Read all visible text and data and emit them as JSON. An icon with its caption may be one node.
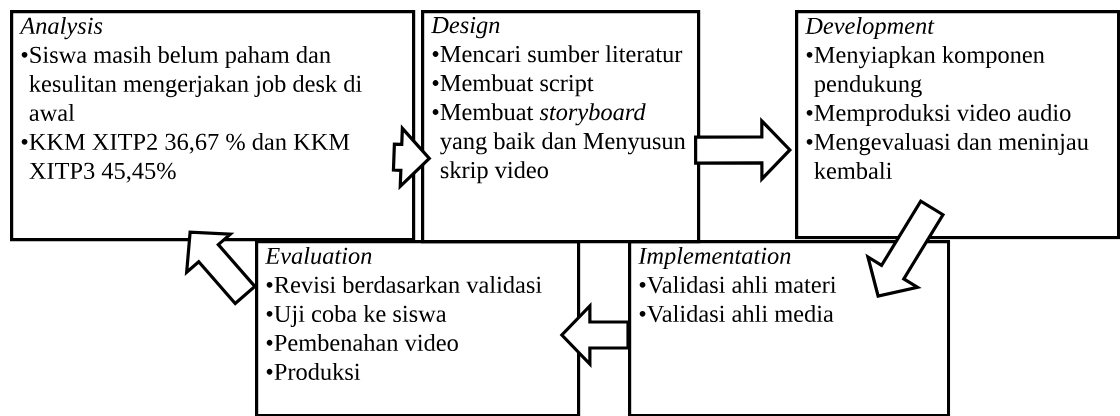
{
  "diagram": {
    "nodes": [
      {
        "text": [
          "Analysis",
          "•Siswa masih belum paham dan kesulitan mengerjakan job desk di awal",
          "•KKM XITP2 36,67 % dan KKM XITP3 45,45%"
        ]
      },
      {
        "text": [
          "Design",
          "•Mencari sumber literatur",
          "•Membuat script",
          "•Membuat *storyboard* yang baik dan Menyusun skrip video"
        ]
      },
      {
        "text": [
          "Development",
          "•Menyiapkan komponen pendukung",
          "•Memproduksi video audio",
          "•Mengevaluasi dan meninjau kembali"
        ]
      },
      {
        "text": [
          "Evaluation",
          "•Revisi berdasarkan validasi",
          "•Uji coba ke siswa",
          "•Pembenahan video",
          "•Produksi"
        ]
      },
      {
        "text": [
          "Implementation",
          "•Validasi ahli materi",
          "•Validasi ahli media"
        ]
      }
    ],
    "edges": [
      {
        "from": 0,
        "to": 1,
        "arrow": "to"
      },
      {
        "from": 1,
        "to": 2,
        "arrow": "to"
      },
      {
        "from": 2,
        "to": 4,
        "arrow": "to"
      },
      {
        "from": 4,
        "to": 3,
        "arrow": "to"
      },
      {
        "from": 3,
        "to": 0,
        "arrow": "to"
      }
    ]
  }
}
